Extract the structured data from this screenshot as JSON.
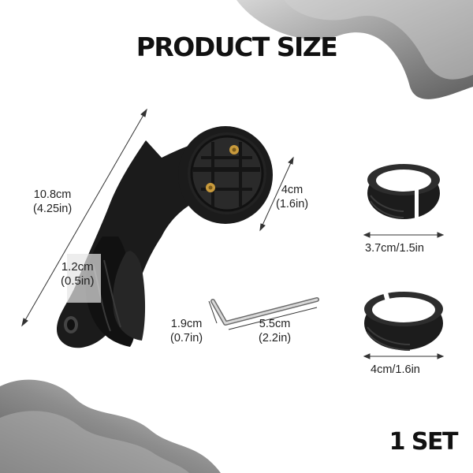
{
  "title": "PRODUCT SIZE",
  "set_label": "1 SET",
  "dimensions": {
    "mount_length": {
      "metric": "10.8cm",
      "imperial": "(4.25in)"
    },
    "clamp_width": {
      "metric": "1.2cm",
      "imperial": "(0.5in)"
    },
    "head_diameter": {
      "metric": "4cm",
      "imperial": "(1.6in)"
    },
    "wrench_short": {
      "metric": "1.9cm",
      "imperial": "(0.7in)"
    },
    "wrench_long": {
      "metric": "5.5cm",
      "imperial": "(2.2in)"
    },
    "shim_small": "3.7cm/1.5in",
    "shim_large": "4cm/1.6in"
  },
  "colors": {
    "background": "#ffffff",
    "swoosh": "#8a8a8a",
    "product": "#1b1b1b",
    "screw": "#c89a3c",
    "dimension_line": "#333333"
  }
}
